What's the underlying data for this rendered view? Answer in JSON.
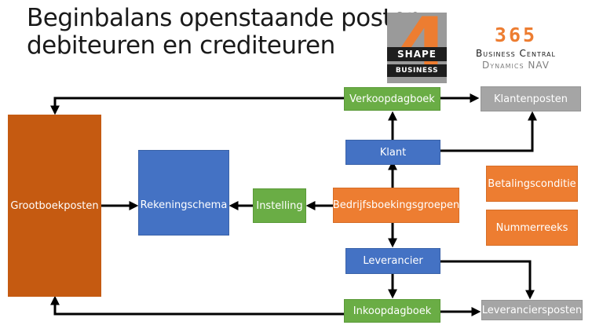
{
  "title": {
    "line1": "Beginbalans openstaande posten",
    "line2": "debiteuren en crediteuren"
  },
  "logo": {
    "number": "4",
    "top_word": "SHAPE",
    "bottom_word": "BUSINESS"
  },
  "brand": {
    "edition": "365",
    "product": "Business Central",
    "legacy": "Dynamics NAV"
  },
  "nodes": {
    "verkoopdagboek": "Verkoopdagboek",
    "klantenposten": "Klantenposten",
    "grootboekposten": "Grootboekposten",
    "rekeningschema": "Rekeningschema",
    "instelling": "Instelling",
    "bedrijfsboekingsgroepen": "Bedrijfsboekingsgroepen",
    "klant": "Klant",
    "leverancier": "Leverancier",
    "inkoopdagboek": "Inkoopdagboek",
    "leveranciersposten": "Leveranciersposten",
    "betalingsconditie": "Betalingsconditie",
    "nummerreeks": "Nummerreeks"
  },
  "colors": {
    "journal": "#6aad45",
    "master": "#4472c4",
    "setup": "#ed7d31",
    "ledger": "#c55a11",
    "entries": "#a5a5a5"
  }
}
